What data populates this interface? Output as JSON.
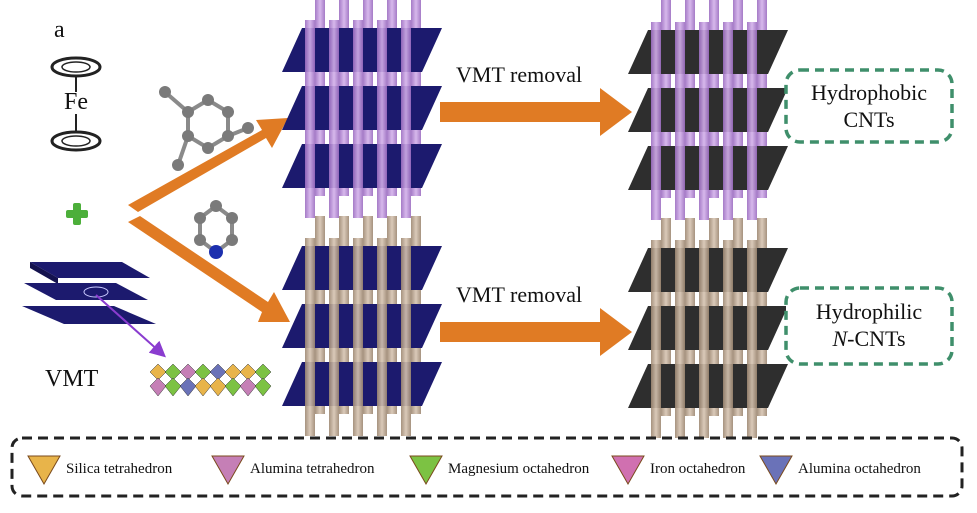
{
  "panel_label": "a",
  "ferrocene_atom": "Fe",
  "vmt_label": "VMT",
  "top_arrow_label": "VMT removal",
  "bottom_arrow_label": "VMT removal",
  "top_result": {
    "line1": "Hydrophobic",
    "line2": "CNTs"
  },
  "bottom_result": {
    "line1": "Hydrophilic",
    "line2_italic": "N",
    "line2_rest": "-CNTs"
  },
  "legend": [
    {
      "label": "Silica tetrahedron",
      "color": "#e8b44a"
    },
    {
      "label": "Alumina tetrahedron",
      "color": "#c57fb6"
    },
    {
      "label": "Magnesium octahedron",
      "color": "#7cc243"
    },
    {
      "label": "Iron octahedron",
      "color": "#d070b0"
    },
    {
      "label": "Alumina octahedron",
      "color": "#6a72b8"
    }
  ],
  "colors": {
    "arrow": "#e07b24",
    "vmt_sheet": "#1c1a6e",
    "cnt_sheet": "#2e2e2e",
    "purple_tube": "#b98ad6",
    "tan_tube": "#b9a48f",
    "dashed_box": "#3f8f6b",
    "plus": "#4caf3a"
  }
}
